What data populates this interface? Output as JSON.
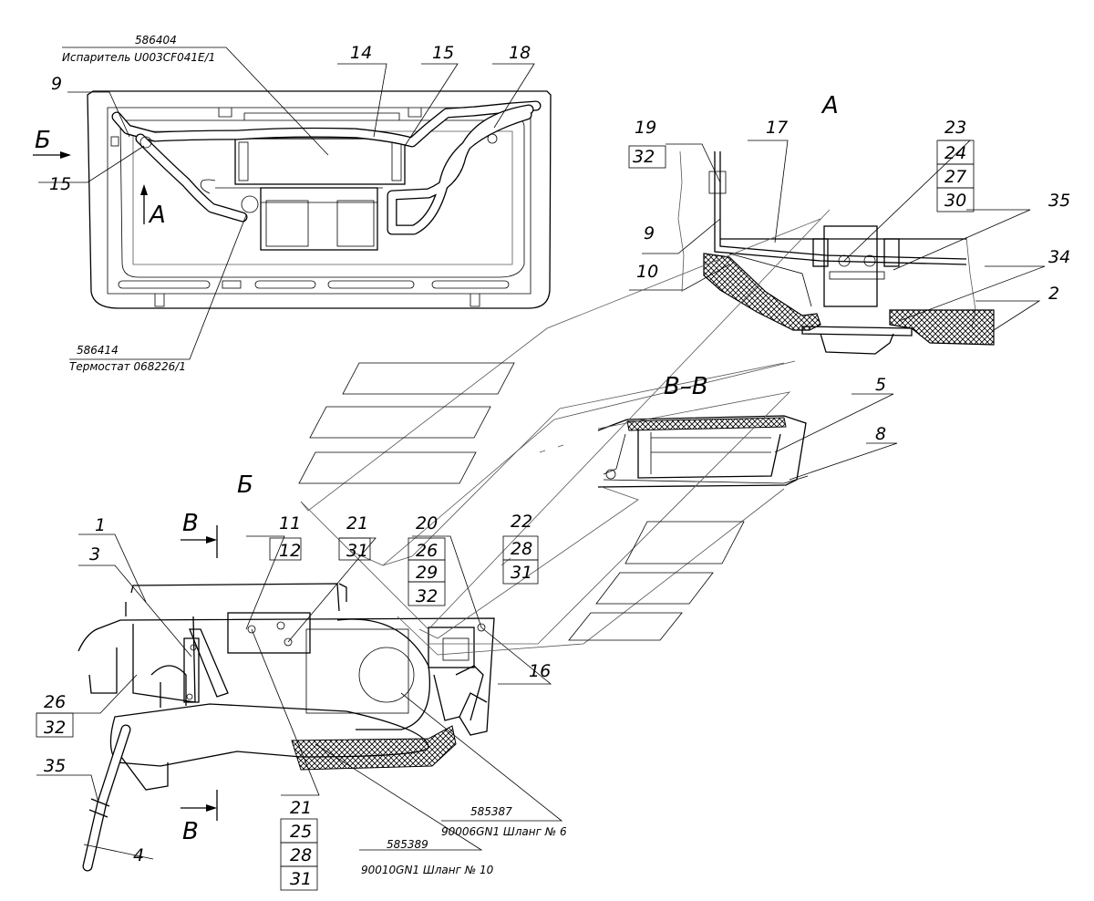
{
  "views": {
    "a": "А",
    "b": "Б",
    "b_arrow": "Б",
    "vv": "В–В",
    "v_top": "В",
    "v_bottom": "В"
  },
  "parts": {
    "evaporator_code": "586404",
    "evaporator_name": "Испаритель U003CF041E/1",
    "thermostat_code": "586414",
    "thermostat_name": "Термостат 068226/1",
    "hose6_code": "585387",
    "hose6_name": "90006GN1 Шланг № 6",
    "hose10_code": "585389",
    "hose10_name": "90010GN1 Шланг № 10"
  },
  "callouts": {
    "c9": "9",
    "c14": "14",
    "c15a": "15",
    "c15b": "15",
    "c18": "18",
    "c19": "19",
    "c32a": "32",
    "c9b": "9",
    "c10": "10",
    "c17": "17",
    "c23": "23",
    "c24": "24",
    "c27": "27",
    "c30": "30",
    "c35a": "35",
    "c34": "34",
    "c2": "2",
    "c5": "5",
    "c8": "8",
    "c22": "22",
    "c28a": "28",
    "c31a": "31",
    "c20": "20",
    "c26a": "26",
    "c29": "29",
    "c32b": "32",
    "c21a": "21",
    "c31b": "31",
    "c11": "11",
    "c12": "12",
    "c1": "1",
    "c3": "3",
    "c26b": "26",
    "c32c": "32",
    "c35b": "35",
    "c4": "4",
    "c16": "16",
    "c21b": "21",
    "c25": "25",
    "c28b": "28",
    "c31c": "31"
  }
}
